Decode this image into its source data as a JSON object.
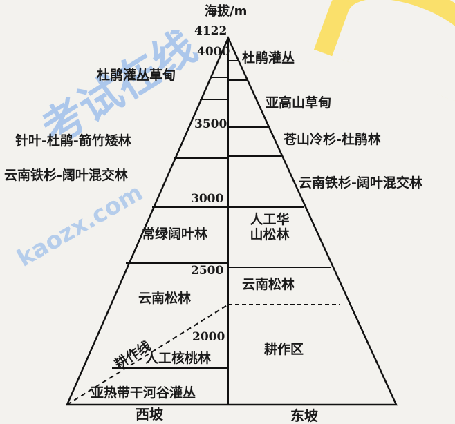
{
  "title": "海拔/m",
  "elevation_ticks": [
    "4122",
    "4000",
    "3500",
    "3000",
    "2500",
    "2000"
  ],
  "west_slope": {
    "label": "西坡",
    "zones": [
      "杜鹃灌丛草甸",
      "针叶-杜鹃-箭竹矮林",
      "云南铁杉-阔叶混交林",
      "常绿阔叶林",
      "云南松林",
      "人工核桃林",
      "亚热带干河谷灌丛"
    ],
    "boundary_line_label": "耕作线"
  },
  "east_slope": {
    "label": "东坡",
    "zones": [
      "杜鹃灌丛",
      "亚高山草甸",
      "苍山冷杉-杜鹃林",
      "云南铁杉-阔叶混交林",
      "人工华山松林",
      "云南松林",
      "耕作区"
    ]
  },
  "watermark": {
    "text": "考试在线",
    "url_text": "kaozx.com",
    "color": "#2878e6"
  }
}
